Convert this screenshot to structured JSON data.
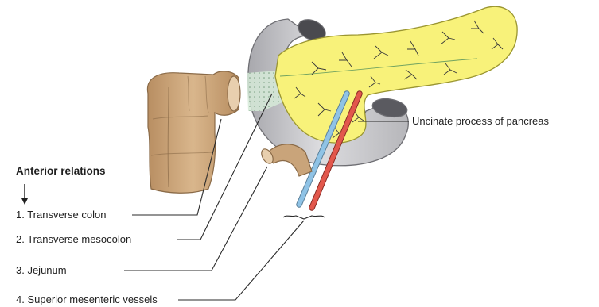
{
  "heading": "Anterior relations",
  "labels": {
    "transverse_colon": "1. Transverse colon",
    "transverse_mesocolon": "2. Transverse mesocolon",
    "jejunum": "3. Jejunum",
    "superior_mesenteric_vessels": "4. Superior mesenteric vessels",
    "uncinate_process": "Uncinate process of pancreas"
  },
  "colors": {
    "pancreas": "#f8f27a",
    "duodenum": "#c9c9cc",
    "colon": "#c9a47a",
    "artery": "#e2574c",
    "vein": "#8fc3e6",
    "mesocolon": "#d6ead8",
    "leader_line": "#2a2a2a"
  }
}
